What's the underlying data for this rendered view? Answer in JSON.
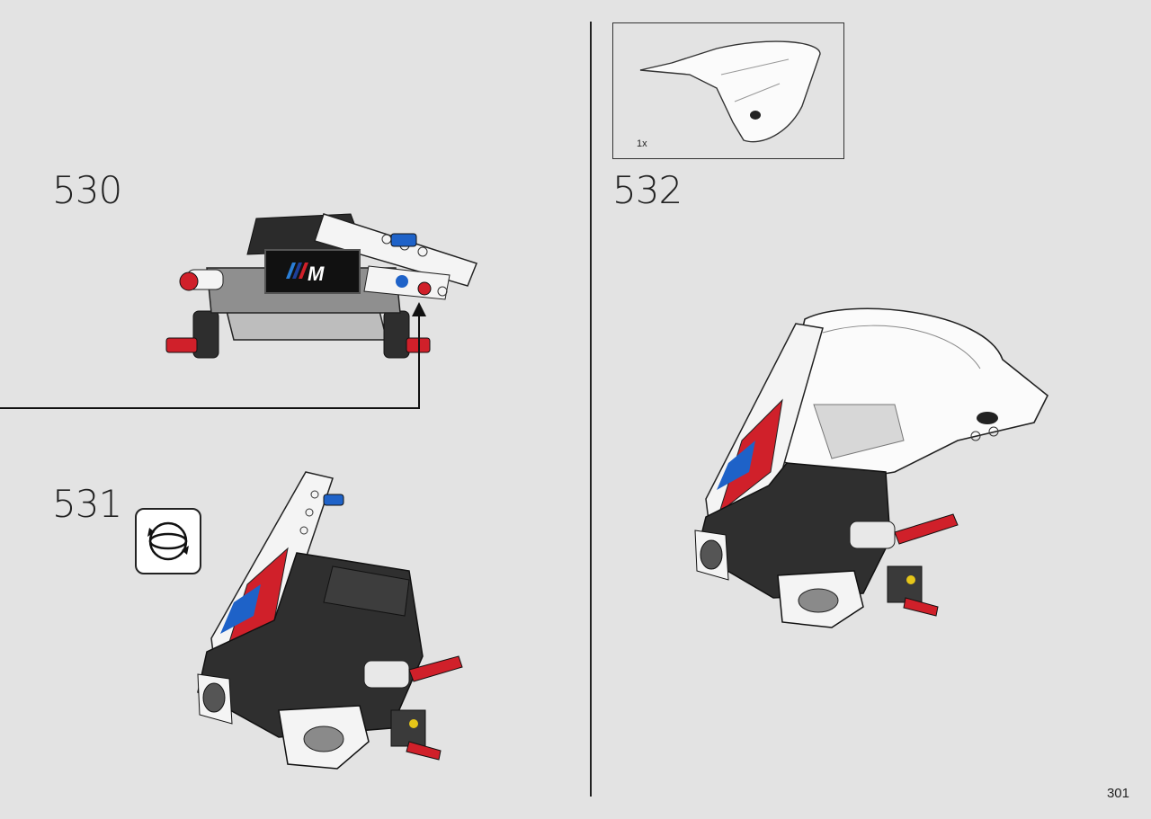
{
  "steps": [
    {
      "number": "530"
    },
    {
      "number": "531"
    },
    {
      "number": "532"
    }
  ],
  "parts_callout": {
    "quantity": "1x"
  },
  "page_number": "301",
  "icons": {
    "rotate": "rotate-model-icon",
    "arrow": "arrow-up-icon"
  },
  "colors": {
    "background": "#e3e3e3",
    "red": "#d0202a",
    "blue": "#1e62c8",
    "dark_gray": "#3a3a3a",
    "light_gray": "#bdbdbd"
  }
}
